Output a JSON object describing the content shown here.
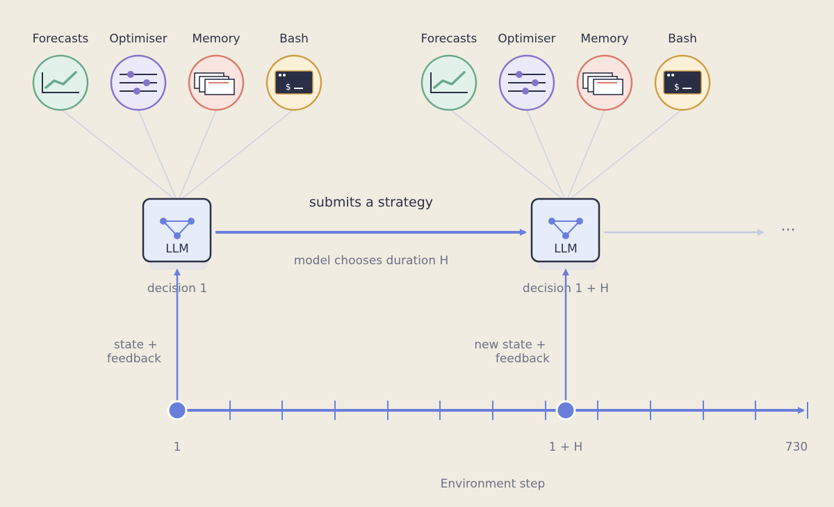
{
  "tool_groups": [
    {
      "tools": [
        {
          "label": "Forecasts",
          "icon": "chart-line-icon"
        },
        {
          "label": "Optimiser",
          "icon": "sliders-icon"
        },
        {
          "label": "Memory",
          "icon": "stacked-documents-icon"
        },
        {
          "label": "Bash",
          "icon": "terminal-icon"
        }
      ]
    },
    {
      "tools": [
        {
          "label": "Forecasts",
          "icon": "chart-line-icon"
        },
        {
          "label": "Optimiser",
          "icon": "sliders-icon"
        },
        {
          "label": "Memory",
          "icon": "stacked-documents-icon"
        },
        {
          "label": "Bash",
          "icon": "terminal-icon"
        }
      ]
    }
  ],
  "terminal_prompt": "$",
  "llm_nodes": [
    {
      "label": "LLM",
      "decision": "decision 1",
      "input": [
        "state +",
        "feedback"
      ]
    },
    {
      "label": "LLM",
      "decision": "decision 1 + H",
      "input": [
        "new state +",
        "feedback"
      ]
    }
  ],
  "flow": {
    "action": "submits a strategy",
    "duration": "model chooses duration H",
    "continuation": "···"
  },
  "timeline": {
    "axis_label": "Environment step",
    "tick_labels": {
      "start": "1",
      "mid": "1 + H",
      "end": "730"
    }
  },
  "colors": {
    "accent": "#6a7fdc",
    "forecasts": "#6aa88c",
    "optimiser": "#8473cc",
    "memory": "#d97b6c",
    "bash": "#cf9e45",
    "dark": "#2a2f45"
  }
}
